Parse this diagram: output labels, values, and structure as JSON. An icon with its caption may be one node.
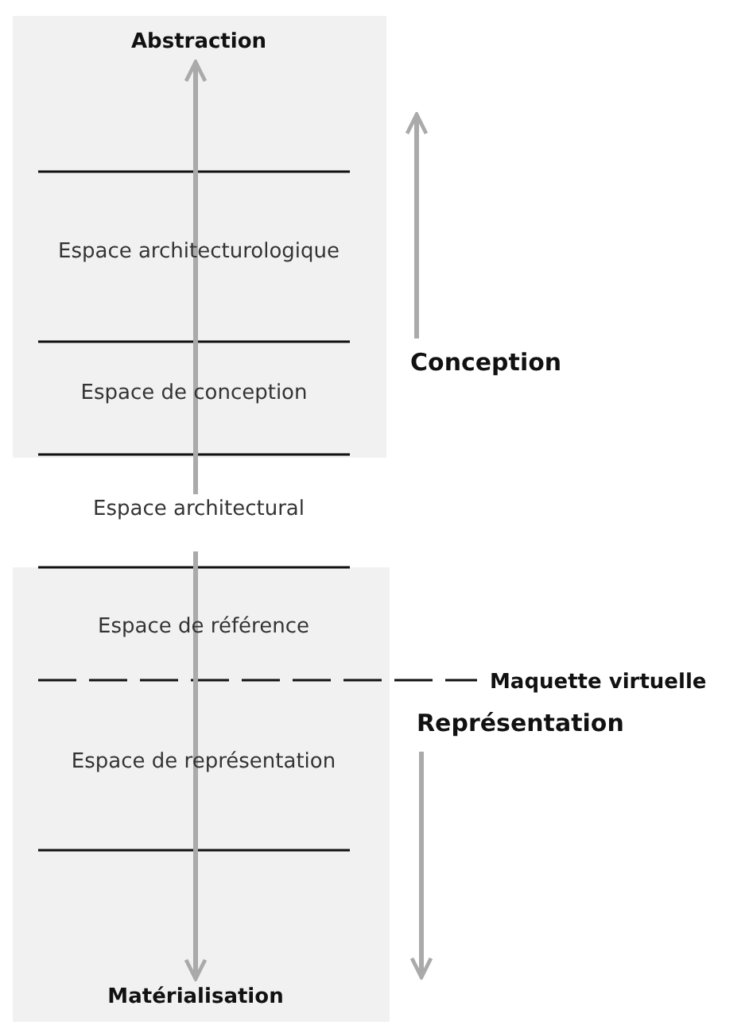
{
  "diagram": {
    "nodes": [
      {
        "text": [
          "Abstraction"
        ]
      },
      {
        "text": [
          "Espace architecturologique"
        ]
      },
      {
        "text": [
          "Espace de conception"
        ]
      },
      {
        "text": [
          "Espace architectural"
        ]
      },
      {
        "text": [
          "Espace de référence"
        ]
      },
      {
        "text": [
          "Espace de représentation"
        ]
      },
      {
        "text": [
          "Matérialisation"
        ]
      }
    ],
    "edges": [
      {
        "from": 3,
        "to": 0,
        "arrow": "to"
      },
      {
        "from": 3,
        "to": 6,
        "arrow": "to"
      }
    ],
    "labels": [
      "Conception",
      "Maquette virtuelle",
      "Représentation"
    ]
  }
}
